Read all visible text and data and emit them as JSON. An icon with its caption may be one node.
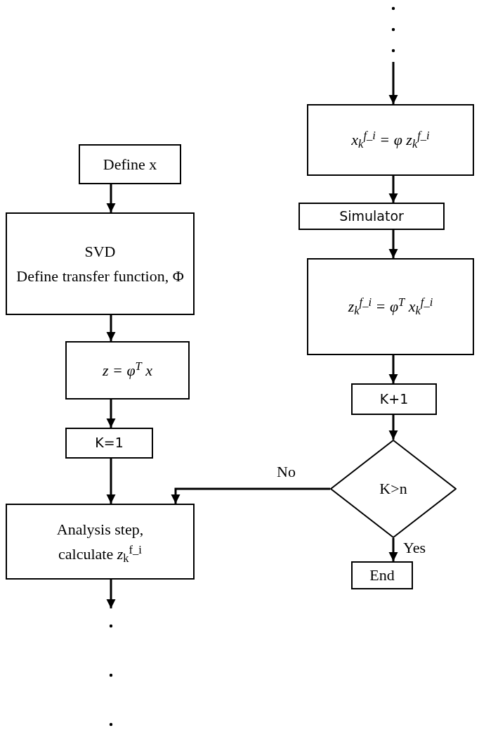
{
  "diagram": {
    "nodes": [
      {
        "text": [
          "Define x"
        ]
      },
      {
        "text": [
          "SVD",
          "Define transfer function, Φ"
        ]
      },
      {
        "text": [
          "z = φ$^{T}$ x"
        ]
      },
      {
        "text": [
          "K=1"
        ]
      },
      {
        "text": [
          "Analysis step,",
          "calculate *z*$_{k}$$^{f_i}$"
        ]
      },
      {
        "text": [
          "x$_{k}$$^{f_i}$ = φ z$_{k}$$^{f_i}$"
        ]
      },
      {
        "text": [
          "Simulator"
        ]
      },
      {
        "text": [
          "z$_{k}$$^{f_i}$ = φ$^{T}$ x$_{k}$$^{f_i}$"
        ]
      },
      {
        "text": [
          "K+1"
        ]
      },
      {
        "text": [
          "K>n"
        ]
      },
      {
        "text": [
          "End"
        ]
      }
    ],
    "edges": [
      {
        "from": 0,
        "to": 1,
        "arrow": "to"
      },
      {
        "from": 1,
        "to": 2,
        "arrow": "to"
      },
      {
        "from": 2,
        "to": 3,
        "arrow": "to"
      },
      {
        "from": 3,
        "to": 4,
        "arrow": "to"
      },
      {
        "from": 4,
        "to": null,
        "arrow": "to"
      },
      {
        "from": null,
        "to": 5,
        "arrow": "to"
      },
      {
        "from": 5,
        "to": 6,
        "arrow": "to"
      },
      {
        "from": 6,
        "to": 7,
        "arrow": "to"
      },
      {
        "from": 7,
        "to": 8,
        "arrow": "to"
      },
      {
        "from": 8,
        "to": 9,
        "arrow": "to"
      },
      {
        "from": 9,
        "to": 10,
        "label": "Yes",
        "arrow": "to"
      },
      {
        "from": 9,
        "to": 4,
        "label": "No",
        "arrow": "to"
      }
    ]
  }
}
